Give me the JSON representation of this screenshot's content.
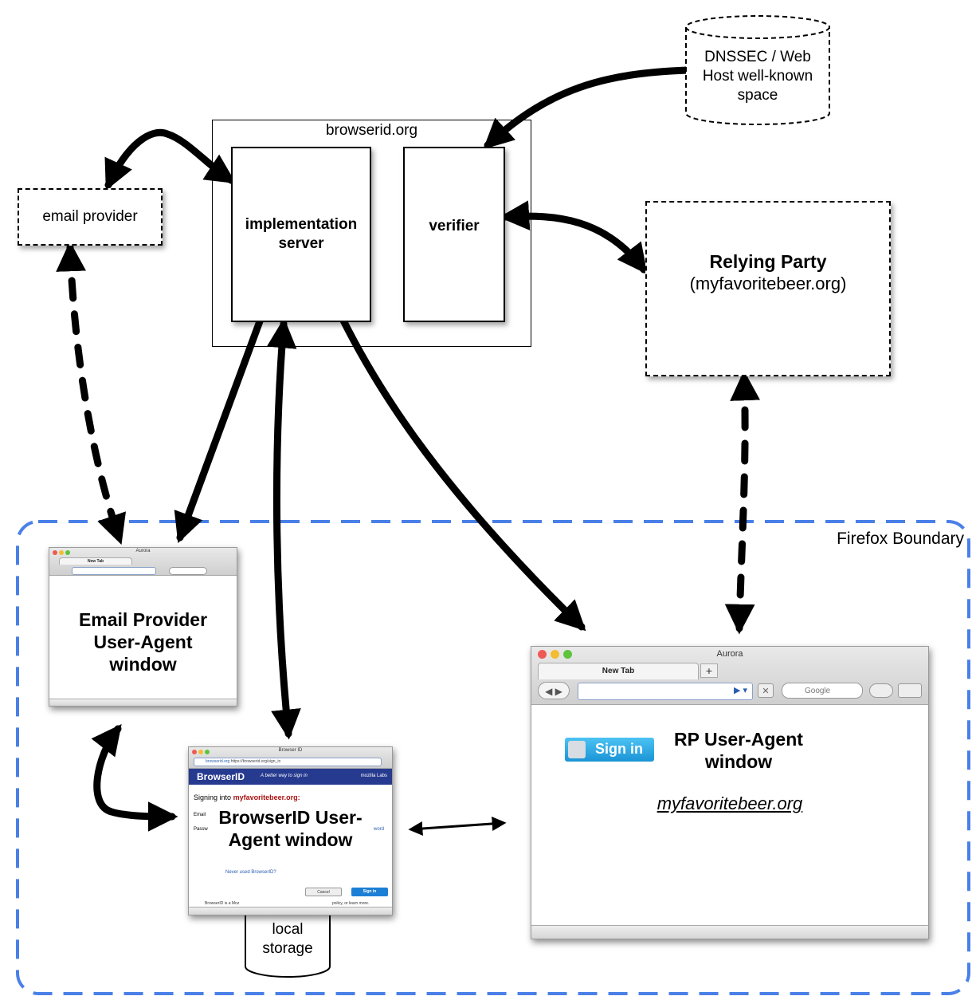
{
  "nodes": {
    "dnssec": "DNSSEC / Web Host well-known space",
    "browserid_group": "browserid.org",
    "impl_server": "implementation server",
    "verifier": "verifier",
    "email_provider": "email provider",
    "relying_party_title": "Relying Party",
    "relying_party_domain": "(myfavoritebeer.org)",
    "firefox_boundary": "Firefox Boundary",
    "email_ua": "Email Provider User-Agent window",
    "browserid_ua": "BrowserID User-Agent window",
    "rp_ua": "RP User-Agent window",
    "rp_link": "myfavoritebeer.org",
    "local_storage": "local storage"
  },
  "rp_window": {
    "title": "Aurora",
    "tab": "New Tab",
    "search_placeholder": "Google",
    "signin_label": "Sign in"
  },
  "email_window": {
    "title": "Aurora",
    "tab": "New Tab"
  },
  "browserid_window": {
    "title": "Browser ID",
    "url": "https://browserid.org/sign_in",
    "site": "browserid.org",
    "brand": "BrowserID",
    "tagline": "A better way to sign in",
    "mozilla": "mozilla Labs",
    "signing_into": "Signing into",
    "signing_site": "myfavoritebeer.org:",
    "email_label": "Email",
    "password_label": "Passw",
    "forgot_fragment": "word",
    "never_used": "Never used BrowserID?",
    "cancel": "Cancel",
    "sign_in": "Sign in",
    "footer_left": "BrowserID is a Moz",
    "footer_right": "policy, or learn more."
  },
  "colors": {
    "boundary": "#4a80e8",
    "stroke": "#000000"
  }
}
